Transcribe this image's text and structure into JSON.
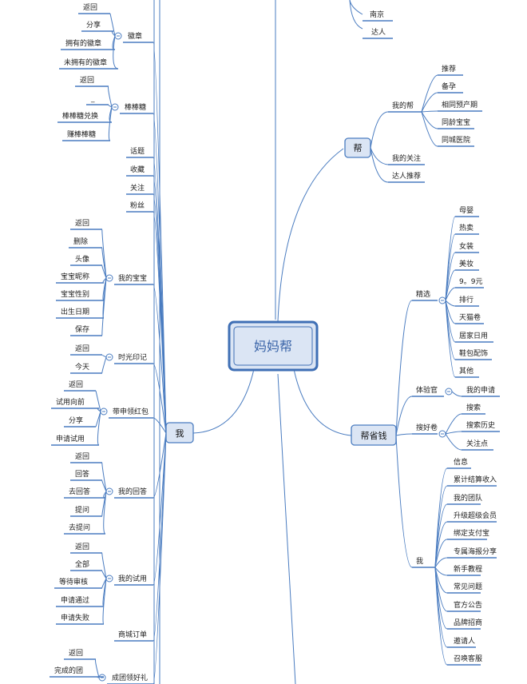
{
  "root": "妈妈帮",
  "right": {
    "top_leaves": [
      "南京",
      "达人"
    ],
    "bang": {
      "label": "帮",
      "my_bang": {
        "label": "我的帮",
        "items": [
          "推荐",
          "备孕",
          "相同预产期",
          "同龄宝宝",
          "同城医院"
        ]
      },
      "items": [
        "我的关注",
        "达人推荐"
      ]
    },
    "shengqian": {
      "label": "帮省钱",
      "jingxuan": {
        "label": "精选",
        "items": [
          "母婴",
          "热卖",
          "女装",
          "美妆",
          "9。9元",
          "排行",
          "天猫卷",
          "居家日用",
          "鞋包配饰",
          "其他"
        ]
      },
      "tiyan": {
        "label": "体验官",
        "items": [
          "我的申请"
        ]
      },
      "souhao": {
        "label": "搜好卷",
        "items": [
          "搜索",
          "搜索历史",
          "关注点"
        ]
      },
      "wo": {
        "label": "我",
        "items": [
          "信息",
          "累计结算收入",
          "我的团队",
          "升级超级会员",
          "绑定支付宝",
          "专属海报分享",
          "新手教程",
          "常见问题",
          "官方公告",
          "品牌招商",
          "邀请人",
          "召唤客服"
        ]
      }
    }
  },
  "left": {
    "wo": {
      "label": "我",
      "groups": [
        {
          "label": "徽章",
          "items": [
            "返回",
            "分享",
            "拥有的徽章",
            "未拥有的徽章"
          ]
        },
        {
          "label": "棒棒糖",
          "items": [
            "返回",
            "_",
            "棒棒糖兑换",
            "赚棒棒糖"
          ]
        },
        {
          "label": "话题",
          "items": []
        },
        {
          "label": "收藏",
          "items": []
        },
        {
          "label": "关注",
          "items": []
        },
        {
          "label": "粉丝",
          "items": []
        },
        {
          "label": "我的宝宝",
          "items": [
            "返回",
            "删除",
            "头像",
            "宝宝昵称",
            "宝宝性别",
            "出生日期",
            "保存"
          ]
        },
        {
          "label": "时光印记",
          "items": [
            "返回",
            "今天"
          ]
        },
        {
          "label": "带申领红包",
          "items": [
            "返回",
            "试用向前",
            "分享",
            "申请试用"
          ]
        },
        {
          "label": "我的回答",
          "items": [
            "返回",
            "回答",
            "去回答",
            "提问",
            "去提问"
          ]
        },
        {
          "label": "我的试用",
          "items": [
            "返回",
            "全部",
            "等待审核",
            "申请通过",
            "申请失败"
          ]
        },
        {
          "label": "商城订单",
          "items": []
        },
        {
          "label": "成团领好礼",
          "items": [
            "返回",
            "完成的团"
          ]
        }
      ]
    }
  }
}
